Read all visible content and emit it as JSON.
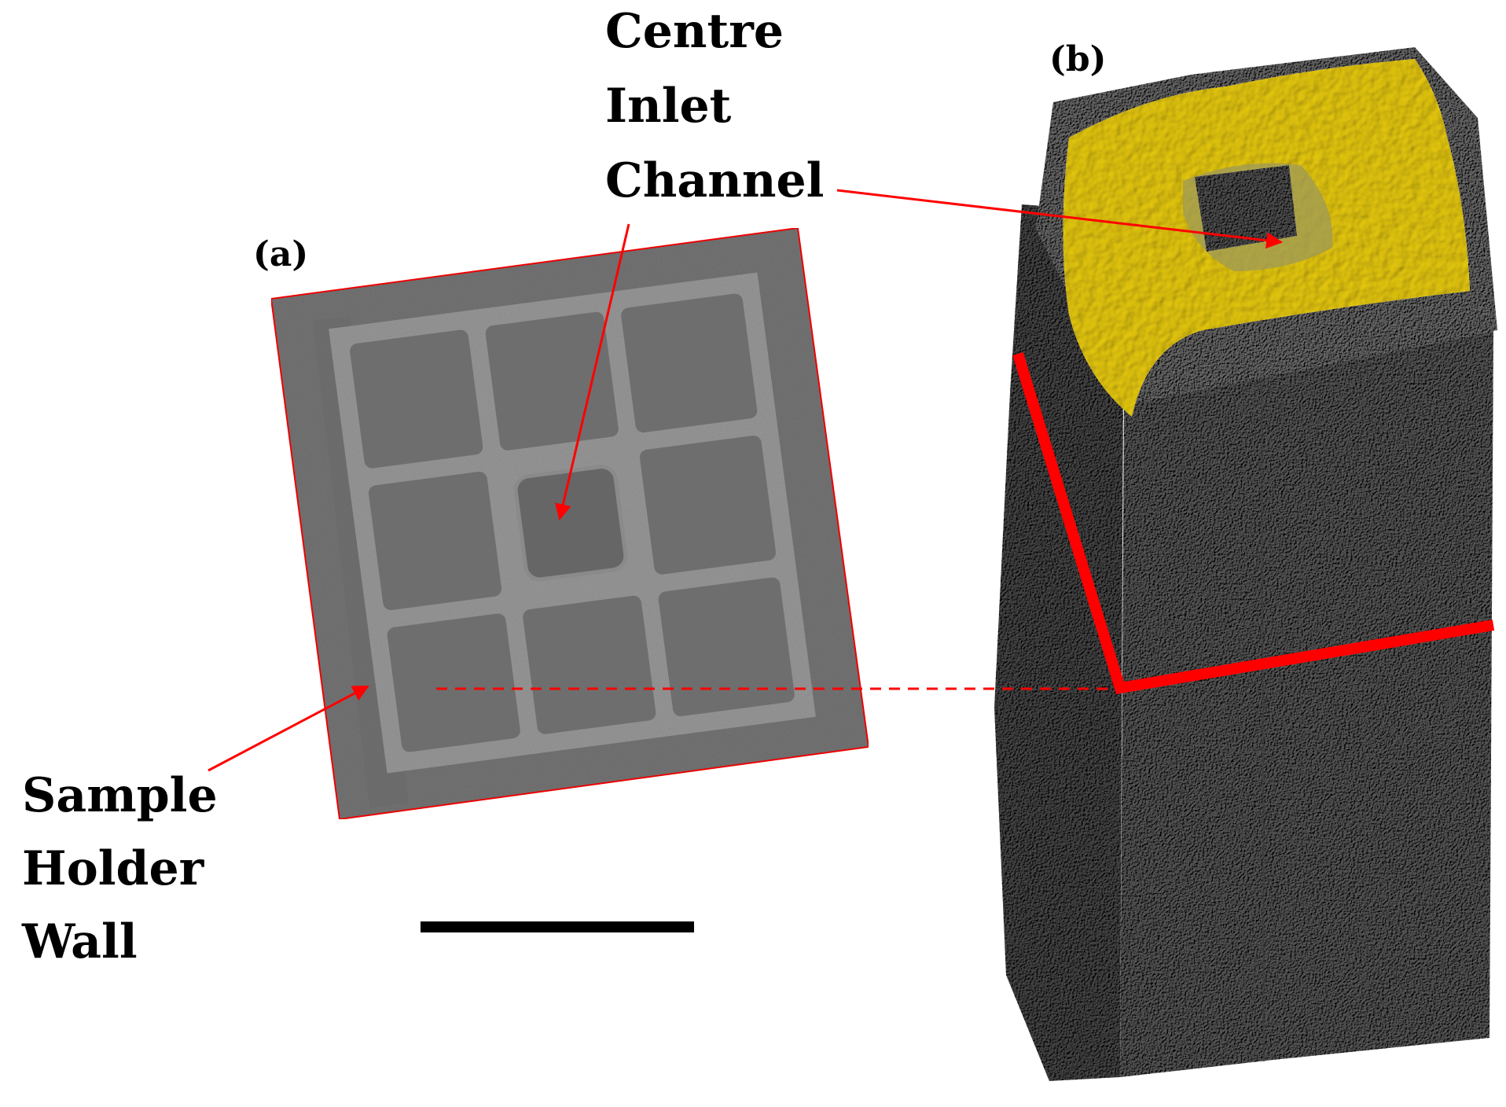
{
  "panels": {
    "a": {
      "label": "(a)"
    },
    "b": {
      "label": "(b)"
    }
  },
  "annotations": {
    "centre_inlet": [
      "Centre",
      "Inlet",
      "Channel"
    ],
    "sample_holder": [
      "Sample",
      "Holder",
      "Wall"
    ]
  },
  "colors": {
    "arrow": "#ff0000",
    "slice_gray": "#767676",
    "column_gray": "#6f6f6f",
    "surface_yellow": "#e5cf1c",
    "scale_bar": "#000000"
  }
}
